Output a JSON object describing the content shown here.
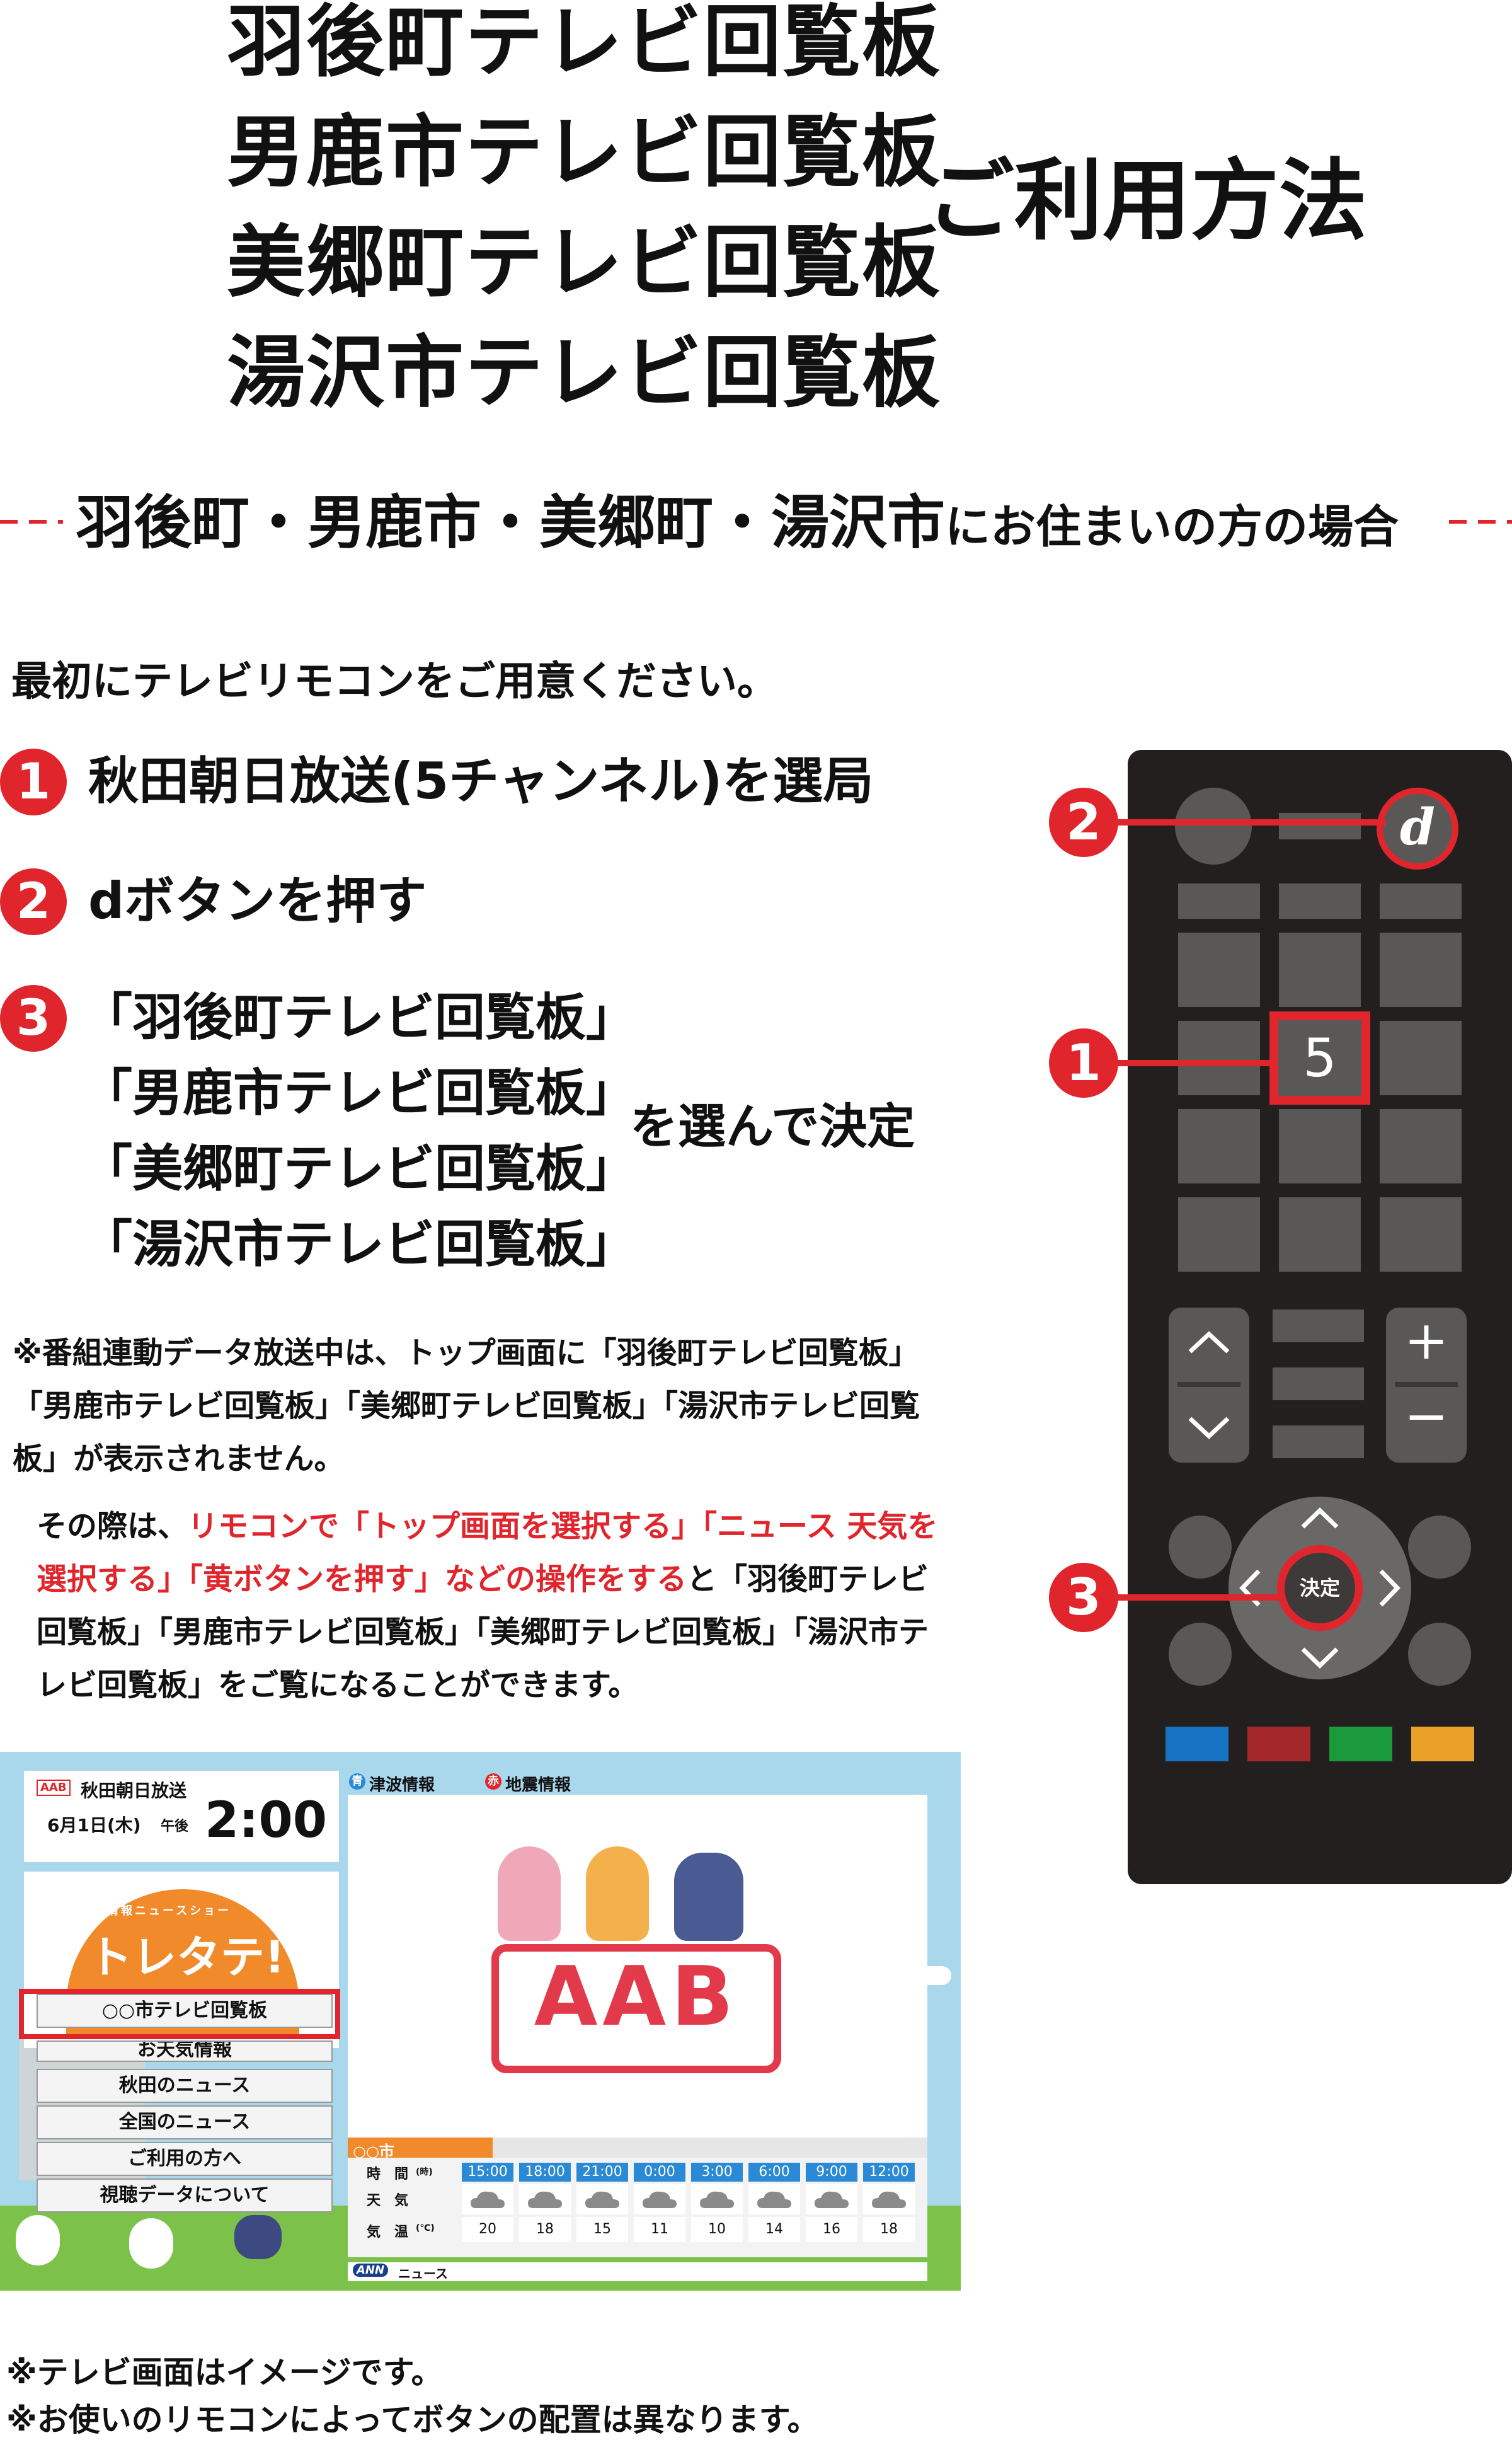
{
  "header": {
    "titles": [
      "羽後町テレビ回覧板",
      "男鹿市テレビ回覧板",
      "美郷町テレビ回覧板",
      "湯沢市テレビ回覧板"
    ],
    "usage": "ご利用方法"
  },
  "subhead": {
    "main": "羽後町・男鹿市・美郷町・湯沢市",
    "suffix": "にお住まいの方の場合"
  },
  "intro": "最初にテレビリモコンをご用意ください。",
  "steps": [
    {
      "num": "1",
      "text": "秋田朝日放送(5チャンネル)を選局"
    },
    {
      "num": "2",
      "text": "dボタンを押す"
    },
    {
      "num": "3",
      "items": [
        "「羽後町テレビ回覧板」",
        "「男鹿市テレビ回覧板」",
        "「美郷町テレビ回覧板」",
        "「湯沢市テレビ回覧板」"
      ],
      "suffix": "を選んで決定"
    }
  ],
  "note1": "※番組連動データ放送中は、トップ画面に「羽後町テレビ回覧板」「男鹿市テレビ回覧板」「美郷町テレビ回覧板」「湯沢市テレビ回覧板」が表示されません。",
  "note2": {
    "a": "その際は、",
    "red": "リモコンで「トップ画面を選択する」「ニュース 天気を選択する」「黄ボタンを押す」などの操作をする",
    "b": "と「羽後町テレビ回覧板」「男鹿市テレビ回覧板」「美郷町テレビ回覧板」「湯沢市テレビ回覧板」をご覧になることができます。"
  },
  "remote": {
    "d_label": "d",
    "five_label": "5",
    "enter_label": "決定",
    "plus": "+",
    "minus": "−",
    "callouts": [
      "2",
      "1",
      "3"
    ],
    "color_buttons": [
      "#1673c4",
      "#a4282a",
      "#1a9a3a",
      "#eaa12a"
    ]
  },
  "tv": {
    "station_tag": "AAB",
    "station": "秋田朝日放送",
    "date": "6月1日(木)",
    "ampm": "午後",
    "time": "2:00",
    "show_tag": "情報ニュースショー",
    "show": "トレタテ!",
    "menu": [
      "○○市テレビ回覧板",
      "お天気情報",
      "秋田のニュース",
      "全国のニュース",
      "ご利用の方へ",
      "視聴データについて"
    ],
    "tabs": [
      {
        "badge": "青",
        "label": "津波情報"
      },
      {
        "badge": "赤",
        "label": "地震情報"
      }
    ],
    "logo": "AAB",
    "city": "○○市",
    "wx_labels": {
      "time": "時　間",
      "time_unit": "(時)",
      "weather": "天　気",
      "temp": "気　温",
      "temp_unit": "(℃)"
    },
    "wx_times": [
      "15:00",
      "18:00",
      "21:00",
      "0:00",
      "3:00",
      "6:00",
      "9:00",
      "12:00"
    ],
    "wx_temps": [
      "20",
      "18",
      "15",
      "11",
      "10",
      "14",
      "16",
      "18"
    ],
    "ann": "ANN",
    "news": "ニュース"
  },
  "footnotes": [
    "※テレビ画面はイメージです。",
    "※お使いのリモコンによってボタンの配置は異なります。"
  ]
}
